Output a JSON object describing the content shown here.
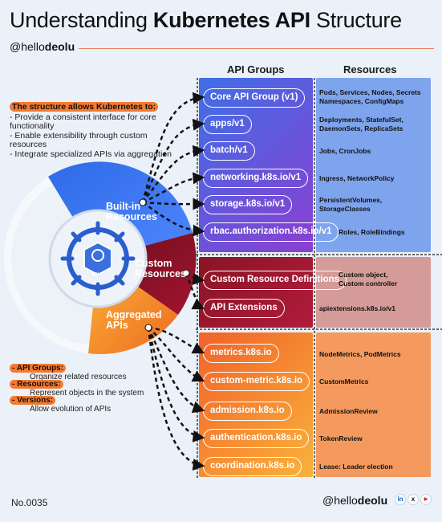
{
  "title": {
    "prefix": "Understanding ",
    "bold": "Kubernetes API",
    "suffix": " Structure"
  },
  "handle_top": {
    "prefix": "@hello",
    "bold": "deolu"
  },
  "headers": {
    "groups": "API Groups",
    "resources": "Resources"
  },
  "intro": {
    "heading": "The structure allows Kubernetes to:",
    "lines": [
      "- Provide a consistent interface for core functionality",
      "- Enable extensibility through custom resources",
      "- Integrate specialized APIs via aggregation"
    ]
  },
  "wheel": {
    "builtin": [
      "Built-in",
      "Resources"
    ],
    "custom": [
      "Custom",
      "Resources"
    ],
    "aggregated": [
      "Aggregated",
      "APIs"
    ],
    "logo_text": "api"
  },
  "builtin_groups": [
    {
      "group": "Core API Group (v1)",
      "resources": [
        "Pods, Services, Nodes, Secrets",
        "Namespaces, ConfigMaps"
      ]
    },
    {
      "group": "apps/v1",
      "resources": [
        "Deployments, StatefulSet,",
        "DaemonSets, ReplicaSets"
      ]
    },
    {
      "group": "batch/v1",
      "resources": [
        "Jobs, CronJobs"
      ]
    },
    {
      "group": "networking.k8s.io/v1",
      "resources": [
        "Ingress, NetworkPolicy"
      ]
    },
    {
      "group": "storage.k8s.io/v1",
      "resources": [
        "PersistentVolumes,",
        "StorageClasses"
      ]
    },
    {
      "group": "rbac.authorization.k8s.io/v1",
      "resources": [
        "Roles, RoleBindings"
      ]
    }
  ],
  "custom_groups": [
    {
      "group": "Custom Resource Definitions",
      "resources": [
        "Custom object,",
        "Custom controller"
      ]
    },
    {
      "group": "API Extensions",
      "resources": [
        "apiextensions.k8s.io/v1"
      ]
    }
  ],
  "aggregated_groups": [
    {
      "group": "metrics.k8s.io",
      "resources": [
        "NodeMetrics, PodMetrics"
      ]
    },
    {
      "group": "custom-metric.k8s.io",
      "resources": [
        "CustomMetrics"
      ]
    },
    {
      "group": "admission.k8s.io",
      "resources": [
        "AdmissionReview"
      ]
    },
    {
      "group": "authentication.k8s.io",
      "resources": [
        "TokenReview"
      ]
    },
    {
      "group": "coordination.k8s.io",
      "resources": [
        "Lease: Leader election"
      ]
    }
  ],
  "legend": [
    {
      "term": "- API Groups:",
      "desc": "Organize related resources"
    },
    {
      "term": "- Resources:",
      "desc": "Represent objects in the system"
    },
    {
      "term": "- Versions:",
      "desc": "Allow evolution of APIs"
    }
  ],
  "footer": {
    "number": "No.0035",
    "handle_prefix": "@hello",
    "handle_bold": "deolu",
    "social": [
      "in",
      "x",
      "▶"
    ]
  },
  "colors": {
    "builtin": "#4f7be6",
    "custom": "#7a1428",
    "aggregated": "#f47a2f",
    "res_builtin": "#7ea4ee",
    "res_custom": "#d49b98",
    "res_aggregated": "#f49a5e",
    "accent": "#e7825a"
  }
}
